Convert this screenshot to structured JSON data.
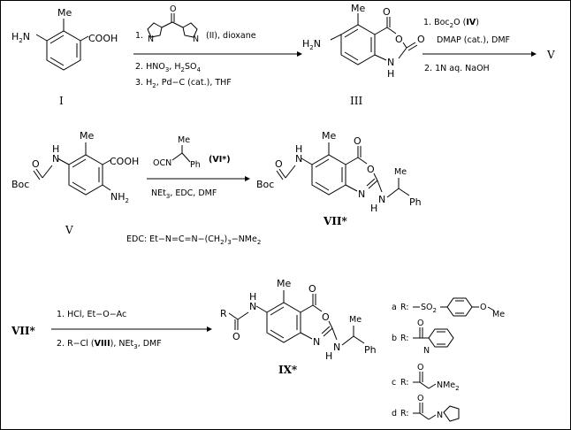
{
  "step1": {
    "start_label": "I",
    "reagent_1a": "1.",
    "reagent_1b": "(II), dioxane",
    "reagent_2": "2. HNO",
    "reagent_2_sub": "3",
    "reagent_2_b": ", H",
    "reagent_2_sub2": "2",
    "reagent_2_c": "SO",
    "reagent_2_sub3": "4",
    "reagent_3": "3. H",
    "reagent_3_sub": "2",
    "reagent_3_b": ", Pd−C (cat.), THF",
    "product_label": "III"
  },
  "step2": {
    "reagent_1": "1. Boc",
    "reagent_1_sub": "2",
    "reagent_1_b": "O  (",
    "reagent_1_bold": "IV",
    "reagent_1_c": ")",
    "reagent_1_line2": "DMAP (cat.), DMF",
    "reagent_2": "2. 1N aq. NaOH",
    "product_label": "V"
  },
  "step3": {
    "start_label": "V",
    "reagent_top_b": "(VI*)",
    "reagent_bottom": "NEt",
    "reagent_bottom_sub": "3",
    "reagent_bottom_b": ", EDC, DMF",
    "product_label": "VII*",
    "edc_note": "EDC:  Et−N=C=N−(CH",
    "edc_note_sub": "2",
    "edc_note_b": ")",
    "edc_note_sub2": "3",
    "edc_note_c": "−NMe",
    "edc_note_sub3": "2"
  },
  "step4": {
    "start_label": "VII*",
    "reagent_1": "1. HCl,  Et−O−Ac",
    "reagent_2": "2. R−Cl  (",
    "reagent_2_bold": "VIII",
    "reagent_2_b": "), NEt",
    "reagent_2_sub": "3",
    "reagent_2_c": ", DMF",
    "product_label": "IX*"
  },
  "atoms": {
    "me": "Me",
    "cooh": "COOH",
    "h2n": "H",
    "h2n_sub": "2",
    "h2n_b": "N",
    "nh2": "NH",
    "nh2_sub": "2",
    "o": "O",
    "n": "N",
    "h": "H",
    "nh": "N",
    "boc": "Boc",
    "ph": "Ph",
    "ocn": "OCN",
    "r": "R"
  },
  "r_groups": [
    {
      "letter": "a",
      "prefix": "R:",
      "text": "SO",
      "sub": "2",
      "tail": "OMe"
    },
    {
      "letter": "b",
      "prefix": "R:",
      "text": "",
      "sub": "",
      "tail": ""
    },
    {
      "letter": "c",
      "prefix": "R:",
      "text": "NMe",
      "sub": "2",
      "tail": ""
    },
    {
      "letter": "d",
      "prefix": "R:",
      "text": "",
      "sub": "",
      "tail": ""
    }
  ]
}
